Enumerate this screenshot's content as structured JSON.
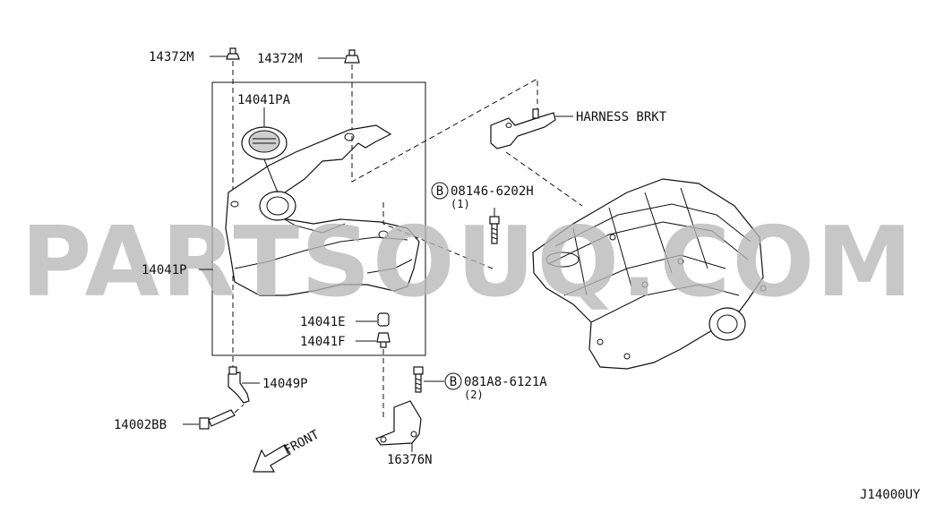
{
  "watermark": {
    "text": "PARTSOUQ.COM",
    "color": "#b7b7b7"
  },
  "labels": {
    "p14372m_left": "14372M",
    "p14372m_right": "14372M",
    "p14041pa": "14041PA",
    "p14041p": "14041P",
    "p14041e": "14041E",
    "p14041f": "14041F",
    "p14049p": "14049P",
    "p14002bb": "14002BB",
    "p16376n": "16376N",
    "harness_brkt": "HARNESS BRKT",
    "bolt_top_code": "08146-6202H",
    "bolt_top_qty": "(1)",
    "bolt_bottom_code": "081A8-6121A",
    "bolt_bottom_qty": "(2)",
    "bolt_marker": "B",
    "front": "FRONT",
    "diagram_id": "J14000UY"
  },
  "colors": {
    "line": "#111111",
    "background": "#ffffff"
  }
}
